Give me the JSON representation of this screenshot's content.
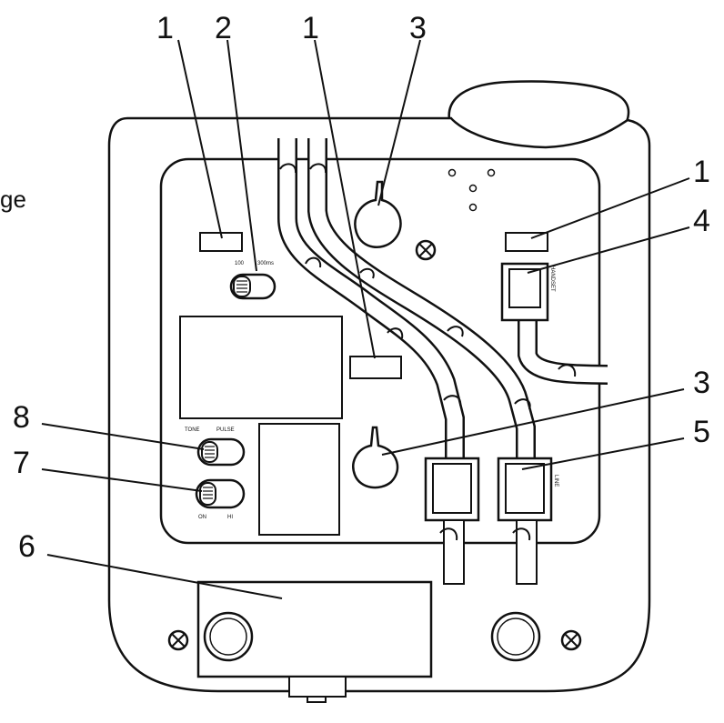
{
  "callouts": {
    "c1a": "1",
    "c2": "2",
    "c1b": "1",
    "c3a": "3",
    "c1c": "1",
    "c4": "4",
    "c3b": "3",
    "c5": "5",
    "c8": "8",
    "c7": "7",
    "c6": "6"
  },
  "edge_fragments": {
    "left_top": "ge"
  },
  "small_labels": {
    "flash_left": "100",
    "flash_right": "300ms",
    "tone": "TONE",
    "pulse": "PULSE",
    "handset_jack": "HANDSET",
    "line_jack": "LINE",
    "ringer_on": "ON",
    "ringer_hi": "HI"
  }
}
